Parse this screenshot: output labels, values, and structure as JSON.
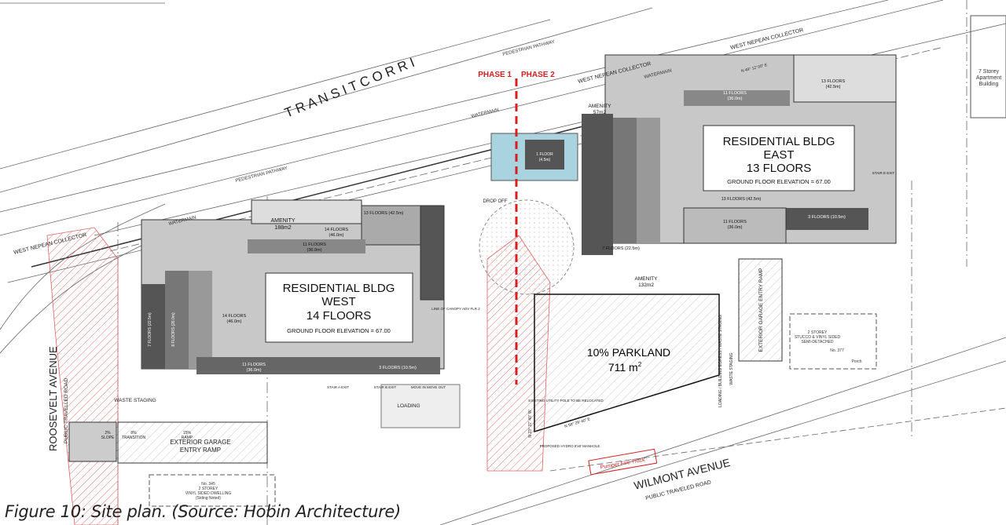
{
  "caption": "Figure 10: Site plan. (Source: Hobin Architecture)",
  "colors": {
    "phase_line": "#d62020",
    "building_dark": "#555555",
    "building_mid": "#8a8a8a",
    "building_light": "#c8c8c8",
    "courtyard_blue": "#a9d3de",
    "hatch_red": "#e06060"
  },
  "roads": {
    "transit": "T R A N S I T   C O R R I",
    "collector_1": "WEST NEPEAN COLLECTOR",
    "collector_2": "WEST NEPEAN COLLECTOR",
    "collector_3": "WEST NEPEAN COLLECTOR",
    "pedestrian_1": "PEDESTRIAN PATHWAY",
    "pedestrian_2": "PEDESTRIAN PATHWAY",
    "watermain_1": "WATERMAIN",
    "watermain_2": "WATERMAIN",
    "watermain_3": "WATERMAIN",
    "wilmont": "WILMONT   AVENUE",
    "wilmont_sub": "PUBLIC TRAVELED ROAD",
    "roosevelt": "ROOSEVELT  AVENUE",
    "roosevelt_sub": "PUBLIC TRAVELLED ROAD"
  },
  "phases": {
    "phase1": "PHASE 1",
    "phase2": "PHASE 2"
  },
  "west": {
    "title1": "RESIDENTIAL BLDG",
    "title2": "WEST",
    "title3": "14 FLOORS",
    "elevation": "GROUND FLOOR ELEVATION = 67.00",
    "amenity": "AMENITY",
    "amenity_area": "188m2",
    "f13": "13 FLOORS (42.5m)",
    "f14": "14 FLOORS",
    "f14h": "(46.0m)",
    "f14b": "14 FLOORS (46.0m)",
    "f11a": "11 FLOORS",
    "f11ah": "(36.0m)",
    "f11b": "11 FLOORS",
    "f11bh": "(36.0m)",
    "f3": "3 FLOORS (10.5m)",
    "f7": "7 FLOORS (22.5m)",
    "f8": "8 FLOORS (26.0m)"
  },
  "east": {
    "title1": "RESIDENTIAL BLDG",
    "title2": "EAST",
    "title3": "13 FLOORS",
    "elevation": "GROUND FLOOR ELEVATION = 67.00",
    "amenity1": "AMENITY",
    "amenity1_area": "57m2",
    "amenity2": "AMENITY",
    "amenity2_area": "132m2",
    "f13a": "13 FLOORS",
    "f13ah": "(42.5m)",
    "f13b": "13 FLOORS (42.5m)",
    "f11": "11 FLOORS",
    "f11h": "(36.0m)",
    "f11b": "11 FLOORS",
    "f11bh": "(36.0m)",
    "f3": "3 FLOORS (10.5m)",
    "f7": "7 FLOORS (22.5m)",
    "f1": "1 FLOOR",
    "f1h": "(4.5m)",
    "stair": "STAIR E EXIT"
  },
  "park": {
    "title": "10% PARKLAND",
    "area": "711 m",
    "sup": "2"
  },
  "site": {
    "drop_off": "DROP OFF",
    "loading": "LOADING",
    "waste_left": "WASTE STAGING",
    "waste_right": "WASTE STAGING",
    "loading_right": "LOADING / BUILDING EGRESS / WASTE STAGING",
    "ramp_left": "EXTERIOR GARAGE",
    "ramp_left2": "ENTRY RAMP",
    "ramp_right": "EXTERIOR GARAGE ENTRY RAMP",
    "slope": "2%",
    "slope2": "SLOPE",
    "transition": "8%",
    "transition2": "TRANSITION",
    "ramp_pct": "15%",
    "ramp_pct2": "RAMP",
    "stair_a": "STAIR A EXIT",
    "stair_b": "STAIR B EXIT",
    "move": "MOVE IN MOVE OUT",
    "fire_truck": "Pumper Fire Truck",
    "bearing1": "N 58° 29' 40\" E",
    "bearing2": "N 23° 37' 40\" W",
    "bearing3": "N 49° 12' 00\" E",
    "canopy": "LINE OF CANOPY ADV FLR 2",
    "utility": "EXISTING UTILITY POLE TO BE RELOCATED",
    "hydro": "PROPOSED HYDRO 8'x8' MANHOLE"
  },
  "neighbours": {
    "apt": "7 Storey Apartment Building",
    "n345": "No. 345",
    "n345b": "2 STOREY",
    "n345c": "VINYL SIDED DWELLING",
    "n345d": "(Siding Noted)",
    "n377": "No. 377",
    "semi1": "2 STOREY",
    "semi2": "STUCCO & VINYL SIDED",
    "semi3": "SEMI-DETACHED",
    "porch": "Porch"
  }
}
